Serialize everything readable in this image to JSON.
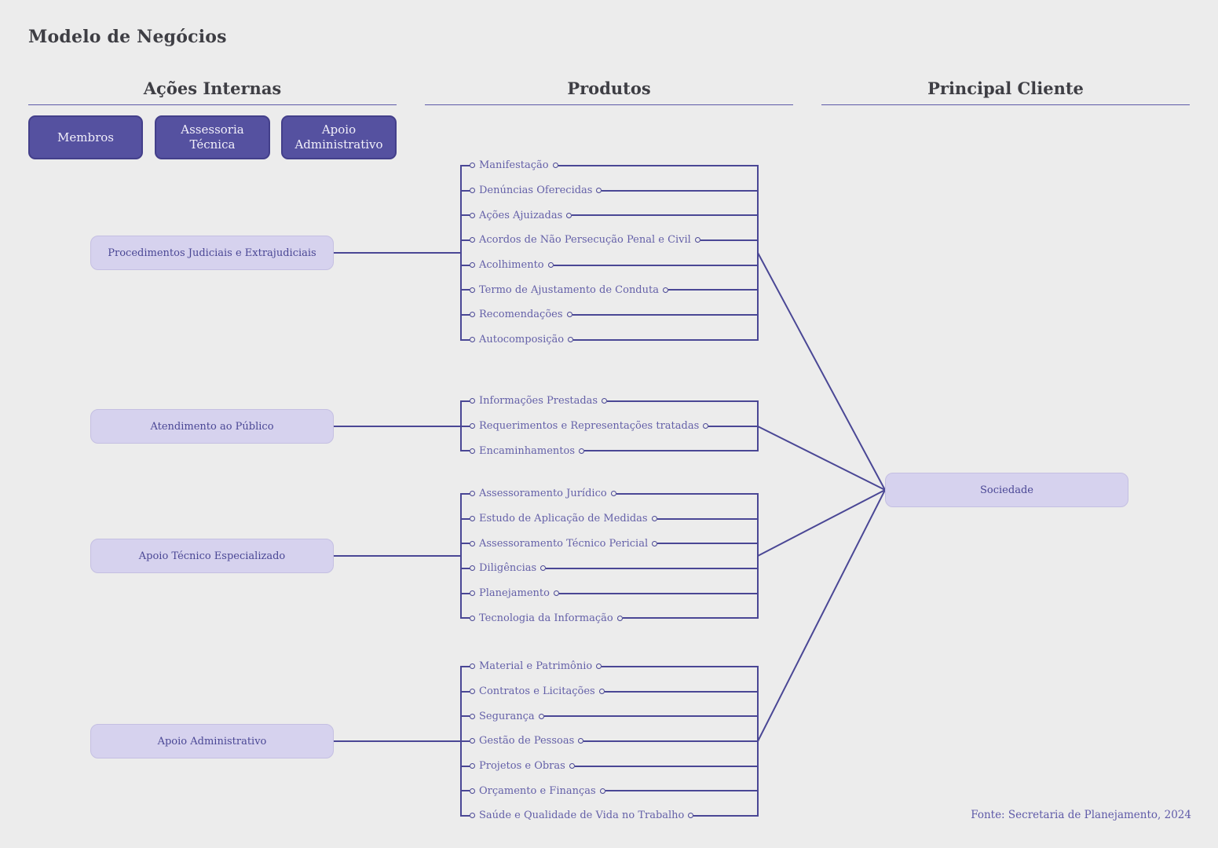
{
  "title": "Modelo de Negócios",
  "footer": "Fonte: Secretaria de Planejamento, 2024",
  "colors": {
    "background": "#ececec",
    "accent_dark": "#5551a0",
    "accent_light": "#d6d2ee",
    "line": "#4a4795",
    "item_text": "#6460a8",
    "heading_text": "#3e3e44"
  },
  "columns": [
    {
      "header": "Ações Internas"
    },
    {
      "header": "Produtos"
    },
    {
      "header": "Principal Cliente"
    }
  ],
  "actors": [
    {
      "label": "Membros"
    },
    {
      "label": "Assessoria Técnica"
    },
    {
      "label": "Apoio Administrativo"
    }
  ],
  "flows": [
    {
      "source": "Procedimentos Judiciais e Extrajudiciais",
      "products": [
        "Manifestação",
        "Denúncias Oferecidas",
        "Ações Ajuizadas",
        "Acordos de Não Persecução Penal e Civil",
        "Acolhimento",
        "Termo de Ajustamento de Conduta",
        "Recomendações",
        "Autocomposição"
      ]
    },
    {
      "source": "Atendimento ao Público",
      "products": [
        "Informações Prestadas",
        "Requerimentos e Representações tratadas",
        "Encaminhamentos"
      ]
    },
    {
      "source": "Apoio Técnico Especializado",
      "products": [
        "Assessoramento Jurídico",
        "Estudo de Aplicação de Medidas",
        "Assessoramento Técnico Pericial",
        "Diligências",
        "Planejamento",
        "Tecnologia da Informação"
      ]
    },
    {
      "source": "Apoio Administrativo",
      "products": [
        "Material e Patrimônio",
        "Contratos e Licitações",
        "Segurança",
        "Gestão de Pessoas",
        "Projetos e Obras",
        "Orçamento e Finanças",
        "Saúde e Qualidade de Vida no Trabalho"
      ]
    }
  ],
  "client": {
    "label": "Sociedade"
  }
}
